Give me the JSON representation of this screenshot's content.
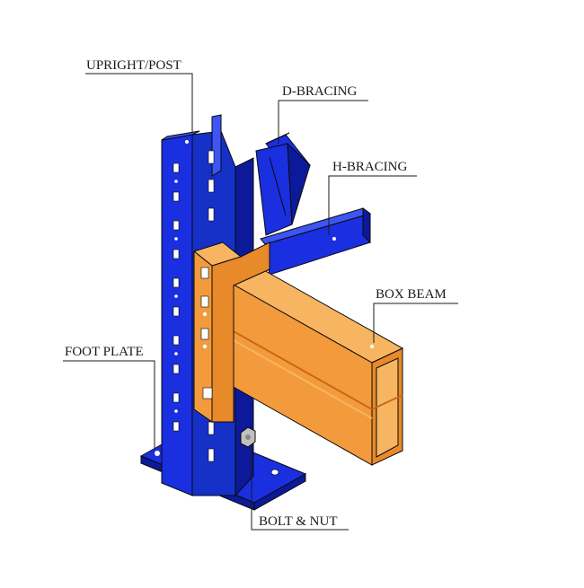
{
  "labels": {
    "upright": "UPRIGHT/POST",
    "d_bracing": "D-BRACING",
    "h_bracing": "H-BRACING",
    "box_beam": "BOX BEAM",
    "foot_plate": "FOOT PLATE",
    "bolt_nut": "BOLT & NUT"
  },
  "colors": {
    "blue": "#1a2fe0",
    "blue_dark": "#0c1a9a",
    "blue_light": "#3d55f2",
    "orange": "#f39a3c",
    "orange_dark": "#c86a12",
    "orange_light": "#f7b562",
    "ink": "#1a1a1a"
  }
}
